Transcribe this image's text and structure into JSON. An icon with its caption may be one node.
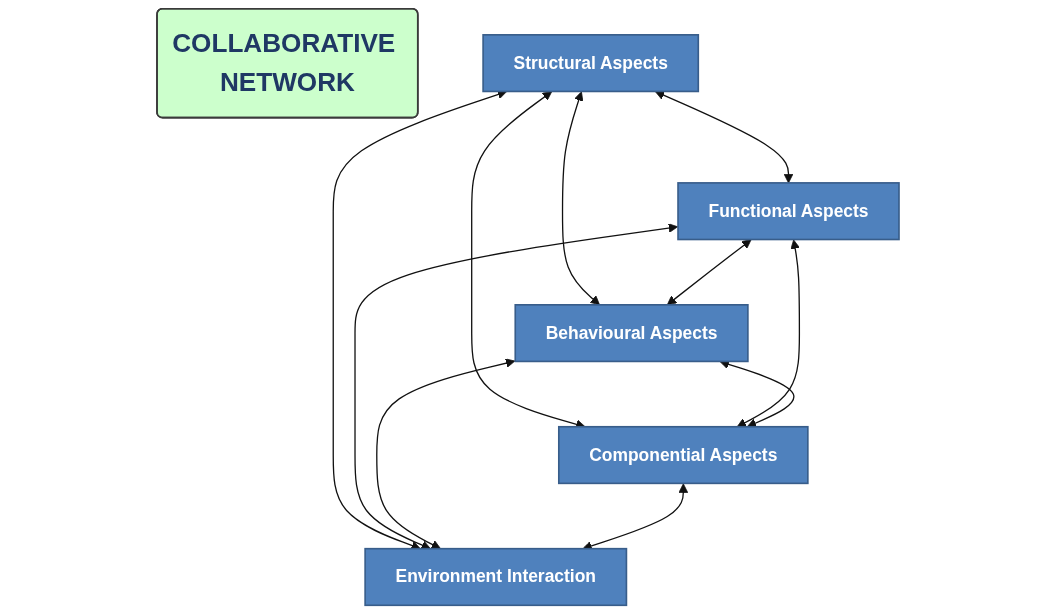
{
  "diagram": {
    "nodes": [
      {
        "text": [
          "COLLABORATIVE NETWORK"
        ]
      },
      {
        "text": [
          "Structural Aspects"
        ]
      },
      {
        "text": [
          "Functional Aspects"
        ]
      },
      {
        "text": [
          "Behavioural Aspects"
        ]
      },
      {
        "text": [
          "Componential Aspects"
        ]
      },
      {
        "text": [
          "Environment Interaction"
        ]
      }
    ],
    "edges": [
      {
        "from": 1,
        "to": 2,
        "arrow": "both"
      },
      {
        "from": 1,
        "to": 3,
        "arrow": "both"
      },
      {
        "from": 1,
        "to": 4,
        "arrow": "both"
      },
      {
        "from": 1,
        "to": 5,
        "arrow": "both"
      },
      {
        "from": 2,
        "to": 3,
        "arrow": "both"
      },
      {
        "from": 2,
        "to": 4,
        "arrow": "both"
      },
      {
        "from": 2,
        "to": 5,
        "arrow": "both"
      },
      {
        "from": 3,
        "to": 4,
        "arrow": "both"
      },
      {
        "from": 3,
        "to": 5,
        "arrow": "both"
      },
      {
        "from": 4,
        "to": 5,
        "arrow": "both"
      }
    ]
  }
}
